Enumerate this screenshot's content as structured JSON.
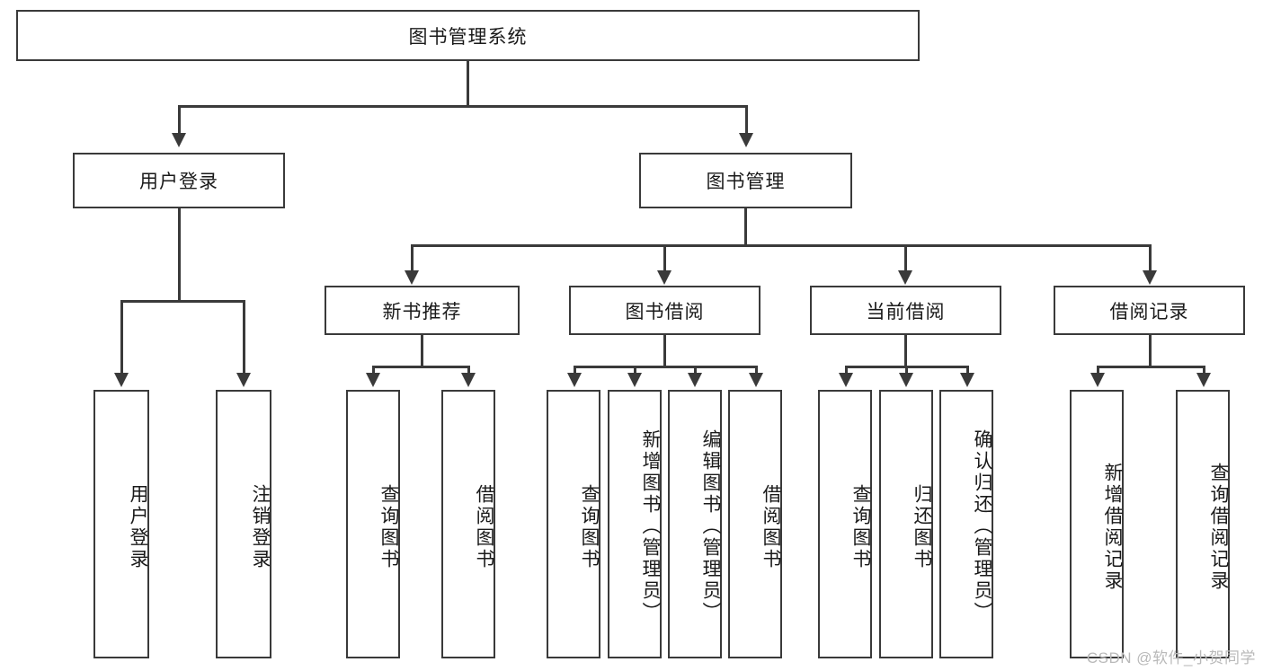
{
  "diagram": {
    "type": "tree-hierarchy-functional-decomposition",
    "root": {
      "label": "图书管理系统"
    },
    "level2": [
      {
        "label": "用户登录"
      },
      {
        "label": "图书管理"
      }
    ],
    "level3": [
      {
        "label": "新书推荐"
      },
      {
        "label": "图书借阅"
      },
      {
        "label": "当前借阅"
      },
      {
        "label": "借阅记录"
      }
    ],
    "leaves": {
      "user_login": [
        {
          "label": "用户登录"
        },
        {
          "label": "注销登录"
        }
      ],
      "new_book_recommend": [
        {
          "label": "查询图书"
        },
        {
          "label": "借阅图书"
        }
      ],
      "book_borrow": [
        {
          "label": "查询图书"
        },
        {
          "label": "新增图书（管理员）"
        },
        {
          "label": "编辑图书（管理员）"
        },
        {
          "label": "借阅图书"
        }
      ],
      "current_borrow": [
        {
          "label": "查询图书"
        },
        {
          "label": "归还图书"
        },
        {
          "label": "确认归还（管理员）"
        }
      ],
      "borrow_record": [
        {
          "label": "新增借阅记录"
        },
        {
          "label": "查询借阅记录"
        }
      ]
    }
  },
  "watermark": {
    "text": "CSDN @软件_小贺同学"
  },
  "colors": {
    "stroke": "#3a3a3a",
    "text": "#1a1a1a",
    "background": "#ffffff",
    "watermark": "#b9b9b9"
  }
}
